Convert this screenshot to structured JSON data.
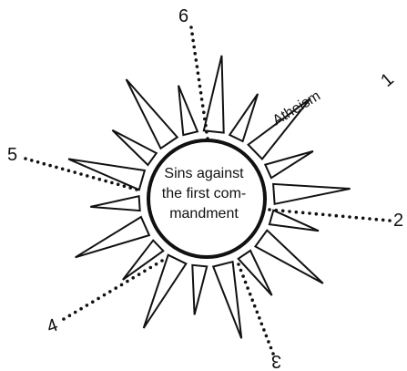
{
  "center": {
    "line1": "Sins against",
    "line2": "the first com-",
    "line3": "mandment"
  },
  "ray_label": "Atheism",
  "numbers": {
    "n1": "1",
    "n2": "2",
    "n3": "3",
    "n4": "4",
    "n5": "5",
    "n6": "6"
  },
  "colors": {
    "ink": "#111111",
    "background": "#ffffff"
  }
}
